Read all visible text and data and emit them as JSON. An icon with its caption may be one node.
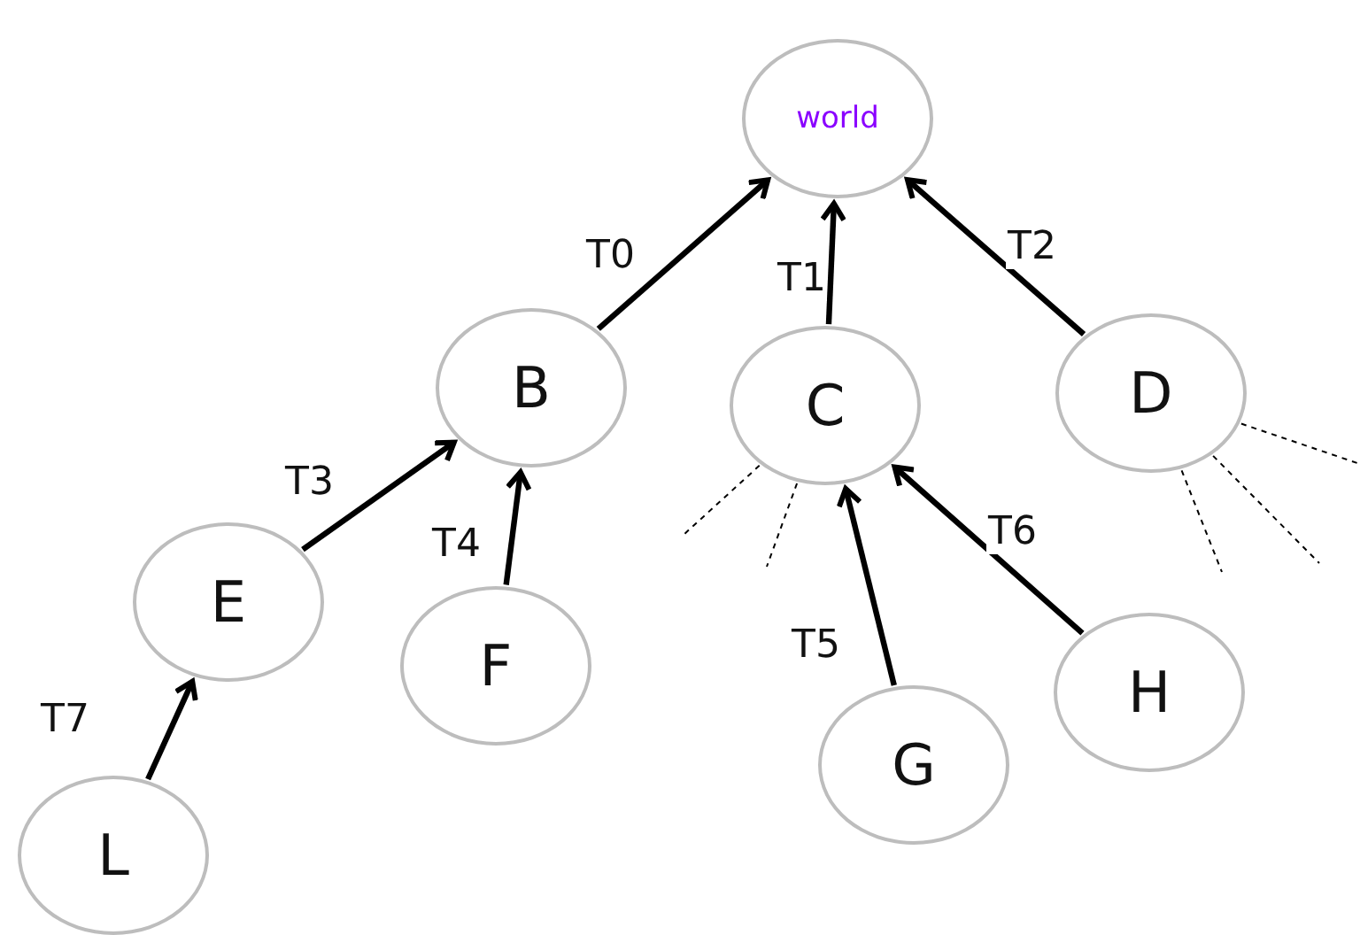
{
  "diagram": {
    "nodes": [
      {
        "text": [
          "world"
        ]
      },
      {
        "text": [
          "B"
        ]
      },
      {
        "text": [
          "C"
        ]
      },
      {
        "text": [
          "D"
        ]
      },
      {
        "text": [
          "E"
        ]
      },
      {
        "text": [
          "F"
        ]
      },
      {
        "text": [
          "G"
        ]
      },
      {
        "text": [
          "H"
        ]
      },
      {
        "text": [
          "L"
        ]
      }
    ],
    "edges": [
      {
        "from": 1,
        "to": 0,
        "arrow": "to",
        "label": "T0"
      },
      {
        "from": 2,
        "to": 0,
        "arrow": "to",
        "label": "T1"
      },
      {
        "from": 3,
        "to": 0,
        "arrow": "to",
        "label": "T2"
      },
      {
        "from": 4,
        "to": 1,
        "arrow": "to",
        "label": "T3"
      },
      {
        "from": 5,
        "to": 1,
        "arrow": "to",
        "label": "T4"
      },
      {
        "from": 6,
        "to": 2,
        "arrow": "to",
        "label": "T5"
      },
      {
        "from": 7,
        "to": 2,
        "arrow": "to",
        "label": "T6"
      },
      {
        "from": 8,
        "to": 4,
        "arrow": "to",
        "label": "T7"
      },
      {
        "from": 2,
        "to": null,
        "arrow": "none",
        "style": "dashed"
      },
      {
        "from": 2,
        "to": null,
        "arrow": "none",
        "style": "dashed"
      },
      {
        "from": 3,
        "to": null,
        "arrow": "none",
        "style": "dashed"
      },
      {
        "from": 3,
        "to": null,
        "arrow": "none",
        "style": "dashed"
      },
      {
        "from": 3,
        "to": null,
        "arrow": "none",
        "style": "dashed"
      }
    ]
  }
}
